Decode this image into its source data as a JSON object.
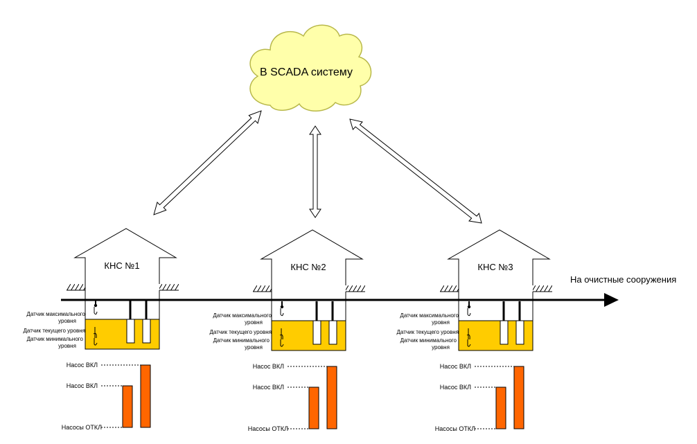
{
  "cloud_label": "В SCADA систему",
  "outlet_label": "На очистные сооружения",
  "colors": {
    "cloud_fill": "#FFFFAA",
    "cloud_stroke": "#B8B84A",
    "tank_fill": "#FFCC00",
    "pump_bar": "#FF6600",
    "line": "#000000"
  },
  "stations": [
    {
      "title": "КНС №1",
      "sensor_max": [
        "Датчик максимального",
        "уровня"
      ],
      "sensor_current": "Датчик текущего уровня",
      "sensor_min": [
        "Датчик минимального",
        "уровня"
      ],
      "pump_on_high": "Насос ВКЛ",
      "pump_on_low": "Насос ВКЛ",
      "pumps_off": "Насосы ОТКЛ"
    },
    {
      "title": "КНС №2",
      "sensor_max": [
        "Датчик максимального",
        "уровня"
      ],
      "sensor_current": "Датчик текущего уровня",
      "sensor_min": [
        "Датчик минимального",
        "уровня"
      ],
      "pump_on_high": "Насос ВКЛ",
      "pump_on_low": "Насос ВКЛ",
      "pumps_off": "Насосы ОТКЛ"
    },
    {
      "title": "КНС №3",
      "sensor_max": [
        "Датчик максимального",
        "уровня"
      ],
      "sensor_current": "Датчик текущего уровня",
      "sensor_min": [
        "Датчик минимального",
        "уровня"
      ],
      "pump_on_high": "Насос ВКЛ",
      "pump_on_low": "Насос ВКЛ",
      "pumps_off": "Насосы ОТКЛ"
    }
  ]
}
